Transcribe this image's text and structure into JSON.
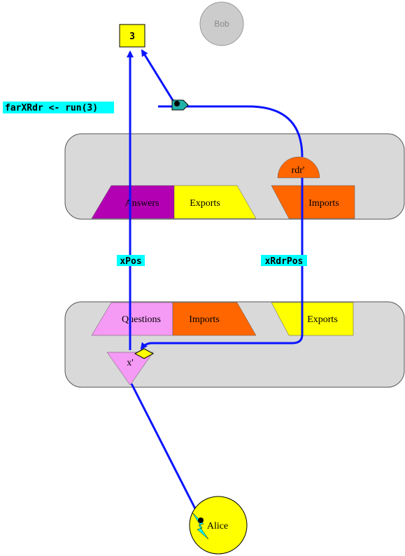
{
  "colors": {
    "vat": "#d9d9d9",
    "answers": "#b300b3",
    "exports": "#ffff00",
    "imports": "#ff6600",
    "questions": "#f59af5",
    "label_bg": "#00ffff",
    "arrow": "#0a14ff",
    "bob": "#cccccc",
    "alice": "#ffff00",
    "answer_box": "#ffff00"
  },
  "bob": {
    "label": "Bob"
  },
  "alice": {
    "label": "Alice"
  },
  "answer_box": {
    "value": "3"
  },
  "code_label": "farXRdr <- run(3)",
  "top_vat": {
    "answers_label": "Answers",
    "exports_label": "Exports",
    "imports_label": "Imports",
    "rdr_label": "rdr'"
  },
  "bottom_vat": {
    "questions_label": "Questions",
    "imports_label": "Imports",
    "exports_label": "Exports",
    "x_label": "x'"
  },
  "links": {
    "xpos_label": "xPos",
    "xrdrpos_label": "xRdrPos"
  }
}
